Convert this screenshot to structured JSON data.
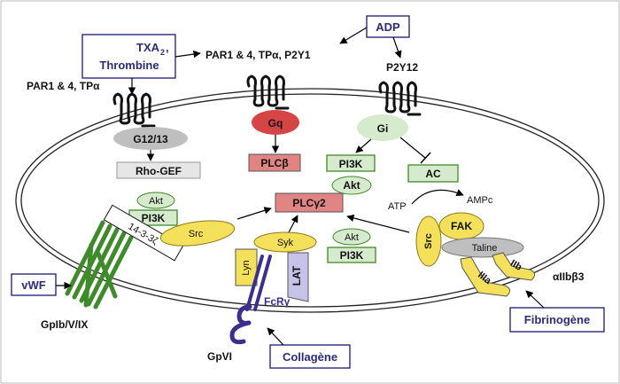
{
  "colors": {
    "navy": "#2b2b7a",
    "green_light": "#d6ebcd",
    "green_dark": "#3f8a2a",
    "red_box": "#e08484",
    "red_gq": "#d64545",
    "yellow": "#f4e05a",
    "lavender": "#c7c3e8",
    "gray": "#bfbfbf",
    "gray_box": "#e6e6e6",
    "purple": "#3b2e8c"
  },
  "ligands": {
    "txa2_line1": "TXA",
    "txa2_sub": "2",
    "txa2_comma": ",",
    "thrombine": "Thrombine",
    "adp": "ADP",
    "vwf": "vWF",
    "collagene": "Collagène",
    "fibrinogene": "Fibrinogène"
  },
  "receptors": {
    "par_tpa_left": "PAR1 & 4, TPα",
    "par_tpa_p2y1": "PAR1 & 4, TPα, P2Y1",
    "p2y12": "P2Y12",
    "gpib": "GpIb/V/IX",
    "gpvi": "GpVI",
    "fcr": "FcRγ",
    "aiib_b3": "αIIbβ3",
    "iib": "IIb",
    "iiia": "IIIa"
  },
  "gproteins": {
    "g1213": "G12/13",
    "gq": "Gq",
    "gi": "Gi"
  },
  "effectors": {
    "rhogef": "Rho-GEF",
    "plcb": "PLCβ",
    "pi3k_gi": "PI3K",
    "akt_gi": "Akt",
    "ac": "AC",
    "atp": "ATP",
    "ampc": "AMPc",
    "plcg2": "PLCγ2",
    "akt_left": "Akt",
    "pi3k_left": "PI3K",
    "protein_1433": "14-3-3ζ",
    "src_left": "Src",
    "syk": "Syk",
    "akt_mid": "Akt",
    "pi3k_mid": "PI3K",
    "lyn": "Lyn",
    "lat": "LAT",
    "src_right": "Src",
    "fak": "FAK",
    "taline": "Taline"
  }
}
